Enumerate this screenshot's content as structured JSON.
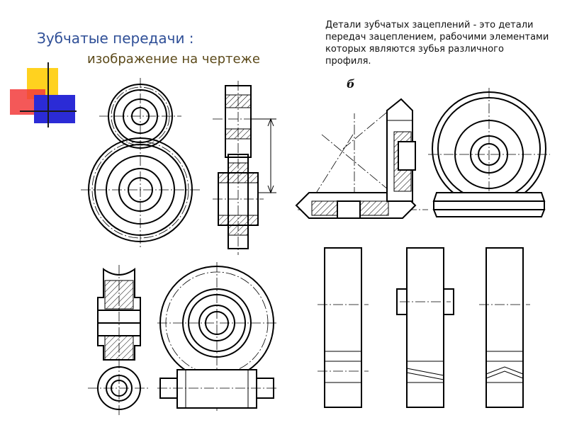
{
  "slide": {
    "title_line1": "Зубчатые передачи :",
    "title_line2": "изображение на чертеже",
    "intro_text": "Детали зубчатых зацеплений - это детали передач зацеплением, рабочими элементами которых являются зубья различного профиля.",
    "figure_label": "б"
  },
  "colors": {
    "title_blue": "#2f4f97",
    "subtitle_brown": "#5c4a1a",
    "deco_yellow": "#ffd21f",
    "deco_red": "#f23b3b",
    "deco_blue": "#2b2bd6"
  },
  "drawings": [
    {
      "name": "spur-gear-pair-front-view"
    },
    {
      "name": "spur-gear-pair-section-view"
    },
    {
      "name": "bevel-gear-pair-section-view"
    },
    {
      "name": "bevel-gear-pair-front-view"
    },
    {
      "name": "worm-gear-section-view"
    },
    {
      "name": "worm-gear-front-view"
    },
    {
      "name": "spur-rack-view"
    },
    {
      "name": "helical-rack-view"
    },
    {
      "name": "herringbone-rack-view"
    }
  ]
}
